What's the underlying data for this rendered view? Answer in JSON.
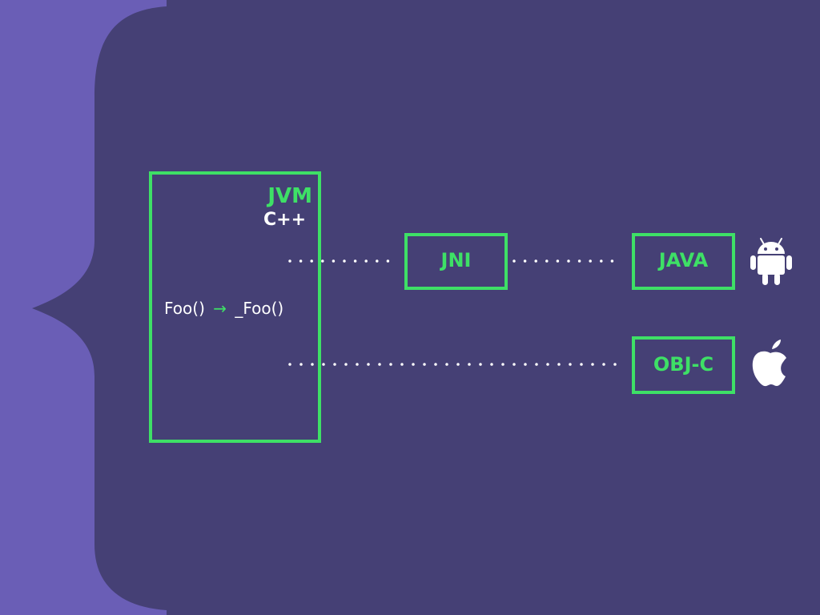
{
  "colors": {
    "background": "#454075",
    "brace": "#6a5eb6",
    "accent": "#3ee066",
    "text": "#ffffff",
    "dots": "#ffffff"
  },
  "jvm_box": {
    "title": "JVM",
    "subtitle": "C++",
    "function_from": "Foo()",
    "arrow": "→",
    "function_to": "_Foo()"
  },
  "jni_box": {
    "label": "JNI"
  },
  "java_box": {
    "label": "JAVA"
  },
  "objc_box": {
    "label": "OBJ-C"
  },
  "icons": {
    "android": "android-icon",
    "apple": "apple-icon"
  }
}
